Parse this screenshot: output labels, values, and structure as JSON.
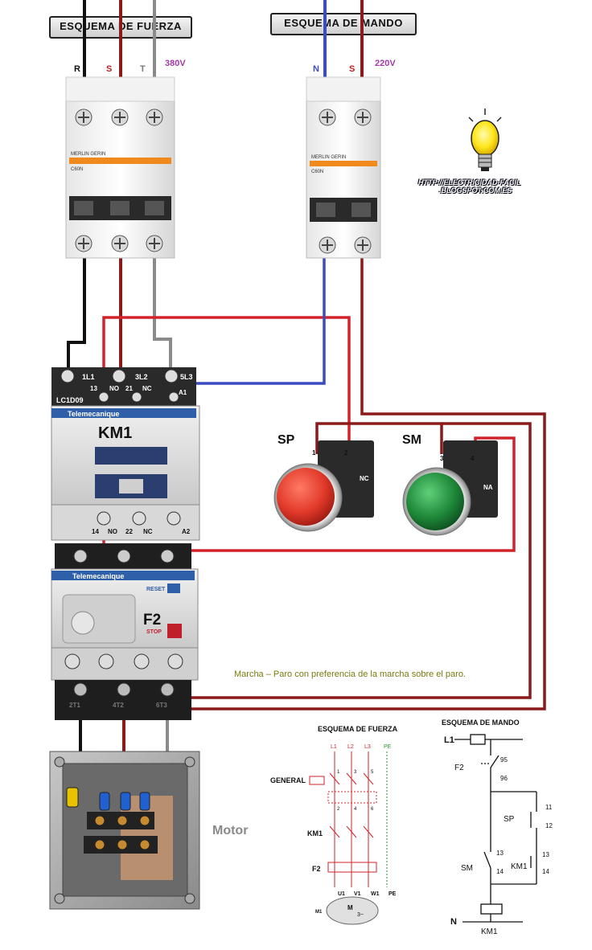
{
  "titles": {
    "power_scheme": "ESQUEMA DE FUERZA",
    "control_scheme": "ESQUEMA DE MANDO"
  },
  "power_breaker": {
    "phases": [
      "R",
      "S",
      "T"
    ],
    "voltage": "380V",
    "brand": "MERLIN GERIN",
    "rating": "C60N"
  },
  "control_breaker": {
    "phases": [
      "N",
      "S"
    ],
    "voltage": "220V",
    "brand": "MERLIN GERIN",
    "rating": "C60N"
  },
  "website": {
    "line1": "HTTP://ELECTRICIDAD-FACIL",
    "line2": ".BLOGSPOT.COM.ES"
  },
  "contactor": {
    "label": "KM1",
    "model": "LC1D09",
    "brand": "Telemecanique",
    "top_terminals": [
      "1L1",
      "3L2",
      "5L3"
    ],
    "top_aux": [
      "13",
      "NO",
      "21",
      "NC",
      "A1"
    ],
    "bottom_aux": [
      "14",
      "NO",
      "22",
      "NC",
      "A2"
    ]
  },
  "overload": {
    "label": "F2",
    "brand": "Telemecanique",
    "reset": "RESET",
    "stop": "STOP",
    "bottom": [
      "2T1",
      "4T2",
      "6T3"
    ]
  },
  "buttons": {
    "stop": {
      "label": "SP",
      "t1": "1",
      "t2": "2",
      "type": "NC",
      "color": "#e23a2a"
    },
    "start": {
      "label": "SM",
      "t1": "3",
      "t2": "4",
      "type": "NA",
      "color": "#1f8a3a"
    }
  },
  "caption": "Marcha – Paro  con preferencia de la marcha sobre el paro.",
  "motor_label": "Motor",
  "mini_power": {
    "title": "ESQUEMA DE FUERZA",
    "top": [
      "L1",
      "L2",
      "L3",
      "PE"
    ],
    "general": "GENERAL",
    "km1": "KM1",
    "f2": "F2",
    "nums_a": [
      "1",
      "3",
      "5"
    ],
    "nums_b": [
      "2",
      "4",
      "6"
    ],
    "motor_terms": [
      "U1",
      "V1",
      "W1",
      "PE"
    ],
    "motor": "M",
    "motor_sub": "3~"
  },
  "mini_control": {
    "title": "ESQUEMA DE MANDO",
    "l1": "L1",
    "n": "N",
    "f2": "F2",
    "f2_a": "95",
    "f2_b": "96",
    "sp": "SP",
    "sp_a": "11",
    "sp_b": "12",
    "sm": "SM",
    "sm_a": "13",
    "sm_b": "14",
    "km1": "KM1",
    "km1_a": "13",
    "km1_b": "14",
    "coil": "KM1"
  },
  "colors": {
    "red_wire": "#d2232a",
    "dark_red_wire": "#8b1a1a",
    "blue_wire": "#3b4cc0",
    "black_wire": "#111111",
    "gray_wire": "#8a8a8a"
  }
}
